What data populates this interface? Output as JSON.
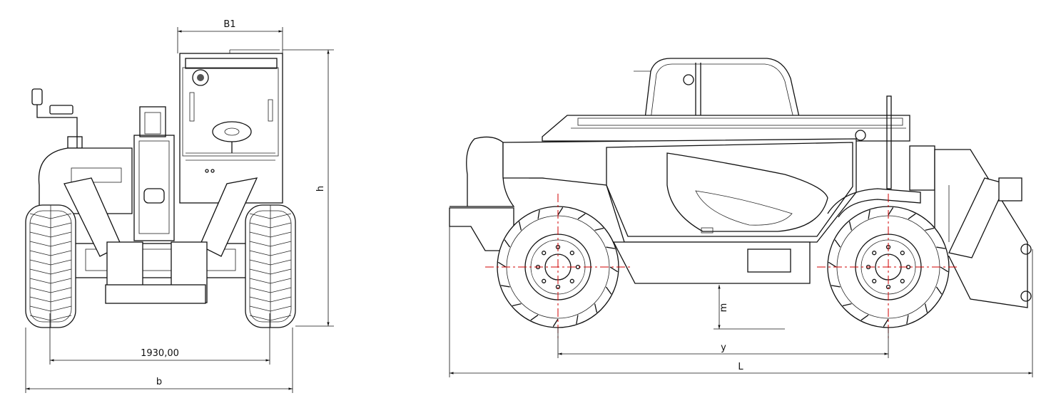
{
  "drawing": {
    "front_view": {
      "width_top_label": "B1",
      "height_label": "h",
      "track_width_label": "1930,00",
      "overall_width_label": "b"
    },
    "side_view": {
      "ground_clearance_label": "m",
      "wheelbase_label": "y",
      "overall_length_label": "L"
    },
    "colors": {
      "lines": "#111111",
      "centerlines": "#d00000",
      "background": "#ffffff"
    }
  }
}
